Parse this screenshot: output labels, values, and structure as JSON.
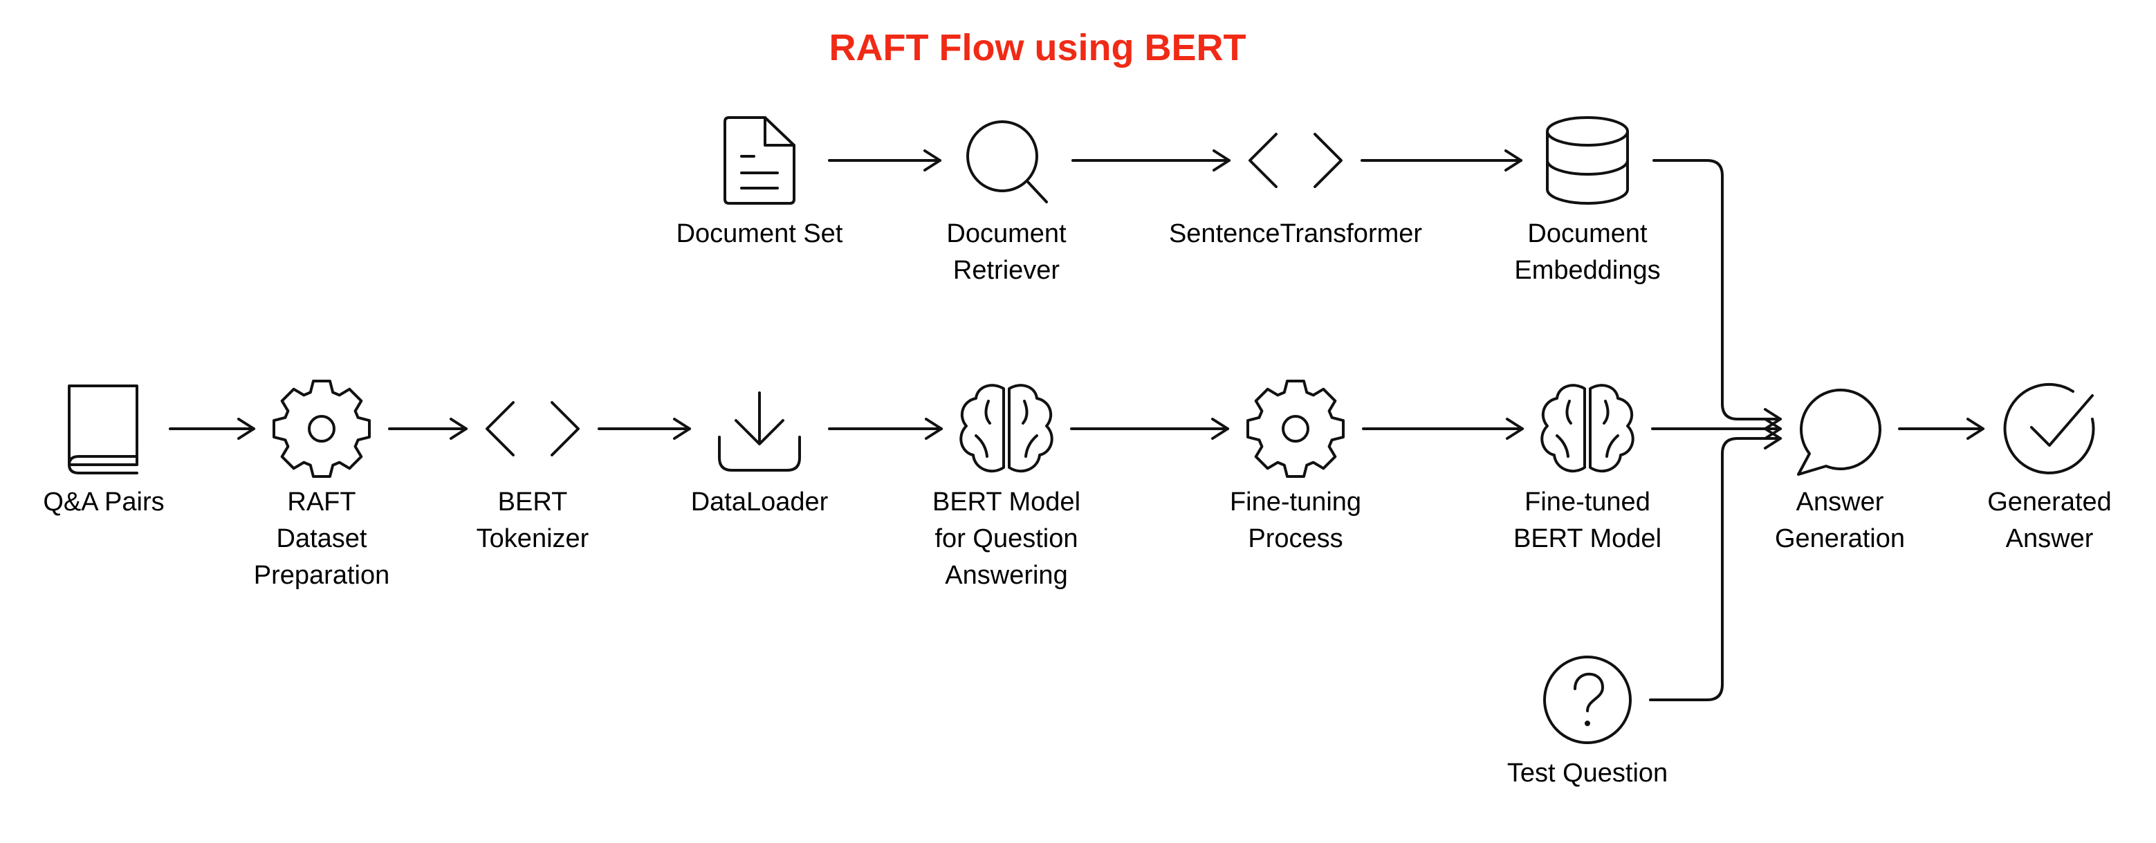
{
  "title": "RAFT Flow using BERT",
  "colors": {
    "title": "#f02a16",
    "stroke": "#111111"
  },
  "nodes": {
    "qa_pairs": {
      "icon": "book-icon",
      "label": [
        "Q&A Pairs"
      ]
    },
    "raft_dataset": {
      "icon": "gear-icon",
      "label": [
        "RAFT",
        "Dataset",
        "Preparation"
      ]
    },
    "bert_tokenizer": {
      "icon": "code-brackets-icon",
      "label": [
        "BERT",
        "Tokenizer"
      ]
    },
    "dataloader": {
      "icon": "download-icon",
      "label": [
        "DataLoader"
      ]
    },
    "bert_model": {
      "icon": "brain-icon",
      "label": [
        "BERT Model",
        "for Question",
        "Answering"
      ]
    },
    "fine_tuning": {
      "icon": "gear-icon",
      "label": [
        "Fine-tuning",
        "Process"
      ]
    },
    "fine_tuned": {
      "icon": "brain-icon",
      "label": [
        "Fine-tuned",
        "BERT Model"
      ]
    },
    "answer_generation": {
      "icon": "chat-bubble-icon",
      "label": [
        "Answer",
        "Generation"
      ]
    },
    "generated_answer": {
      "icon": "check-circle-icon",
      "label": [
        "Generated",
        "Answer"
      ]
    },
    "document_set": {
      "icon": "document-icon",
      "label": [
        "Document Set"
      ]
    },
    "document_retriever": {
      "icon": "magnifier-icon",
      "label": [
        "Document",
        "Retriever"
      ]
    },
    "sentence_transformer": {
      "icon": "code-brackets-icon",
      "label": [
        "SentenceTransformer"
      ]
    },
    "document_embeddings": {
      "icon": "database-icon",
      "label": [
        "Document",
        "Embeddings"
      ]
    },
    "test_question": {
      "icon": "question-circle-icon",
      "label": [
        "Test Question"
      ]
    }
  },
  "edges": [
    [
      "qa_pairs",
      "raft_dataset"
    ],
    [
      "raft_dataset",
      "bert_tokenizer"
    ],
    [
      "bert_tokenizer",
      "dataloader"
    ],
    [
      "dataloader",
      "bert_model"
    ],
    [
      "bert_model",
      "fine_tuning"
    ],
    [
      "fine_tuning",
      "fine_tuned"
    ],
    [
      "fine_tuned",
      "answer_generation"
    ],
    [
      "answer_generation",
      "generated_answer"
    ],
    [
      "document_set",
      "document_retriever"
    ],
    [
      "document_retriever",
      "sentence_transformer"
    ],
    [
      "sentence_transformer",
      "document_embeddings"
    ],
    [
      "document_embeddings",
      "answer_generation"
    ],
    [
      "test_question",
      "answer_generation"
    ]
  ]
}
